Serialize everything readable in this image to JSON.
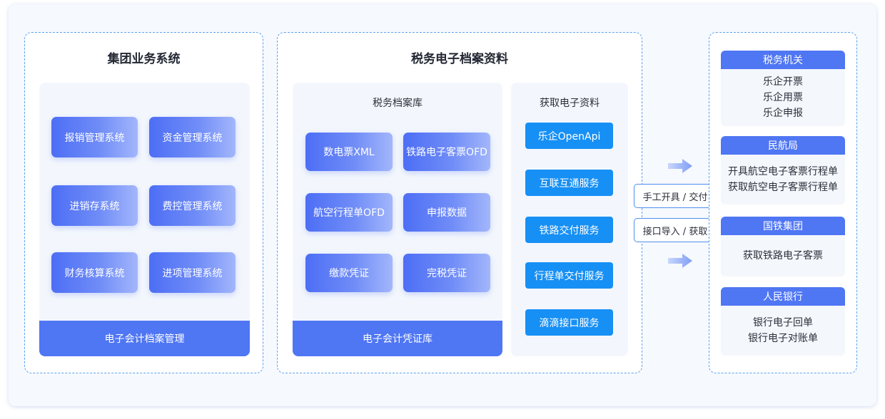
{
  "group_system": {
    "title": "集团业务系统",
    "modules": [
      "报销管理系统",
      "资金管理系统",
      "进销存系统",
      "费控管理系统",
      "财务核算系统",
      "进项管理系统"
    ],
    "footer": "电子会计档案管理"
  },
  "tax_archive": {
    "title": "税务电子档案资料",
    "repository": {
      "title": "税务档案库",
      "items": [
        "数电票XML",
        "铁路电子客票OFD",
        "航空行程单OFD",
        "申报数据",
        "缴款凭证",
        "完税凭证"
      ],
      "footer": "电子会计凭证库"
    },
    "acquire": {
      "title": "获取电子资料",
      "services": [
        "乐企OpenApi",
        "互联互通服务",
        "铁路交付服务",
        "行程单交付服务",
        "滴滴接口服务"
      ]
    }
  },
  "connectors": [
    "手工开具 / 交付",
    "接口导入 / 获取"
  ],
  "agencies": [
    {
      "name": "税务机关",
      "lines": [
        "乐企开票",
        "乐企用票",
        "乐企申报"
      ]
    },
    {
      "name": "民航局",
      "lines": [
        "开具航空电子客票行程单",
        "获取航空电子客票行程单"
      ]
    },
    {
      "name": "国铁集团",
      "lines": [
        "获取铁路电子客票"
      ]
    },
    {
      "name": "人民银行",
      "lines": [
        "银行电子回单",
        "银行电子对账单"
      ]
    }
  ],
  "colors": {
    "primary": "#4f76f3",
    "service": "#1790f5",
    "dashed": "#5aa2ef"
  }
}
